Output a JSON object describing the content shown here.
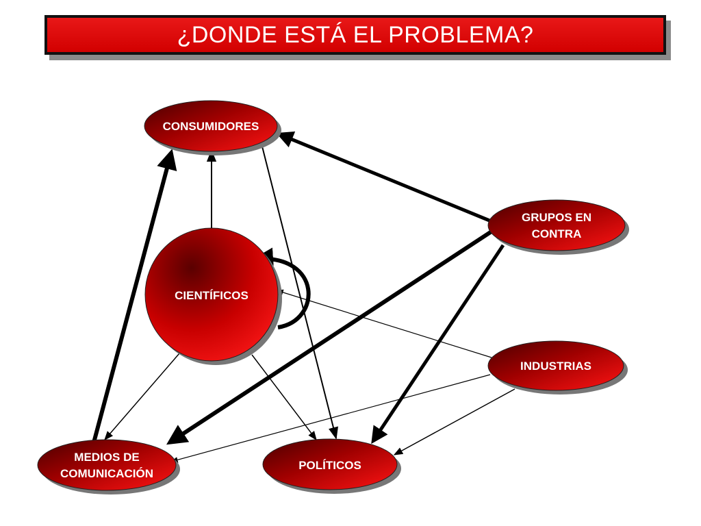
{
  "title": "¿DONDE ESTÁ EL PROBLEMA?",
  "nodes": {
    "consumidores": {
      "lines": [
        "CONSUMIDORES"
      ]
    },
    "grupos": {
      "lines": [
        "GRUPOS EN",
        "CONTRA"
      ]
    },
    "cientificos": {
      "lines": [
        "CIENTÍFICOS"
      ]
    },
    "industrias": {
      "lines": [
        "INDUSTRIAS"
      ]
    },
    "medios": {
      "lines": [
        "MEDIOS DE",
        "COMUNICACIÓN"
      ]
    },
    "politicos": {
      "lines": [
        "POLÍTICOS"
      ]
    }
  },
  "colors": {
    "node_fill_light": "#ff1a1a",
    "node_fill_dark": "#5a0000",
    "title_bg": "#d90000",
    "arrow": "#000000"
  }
}
